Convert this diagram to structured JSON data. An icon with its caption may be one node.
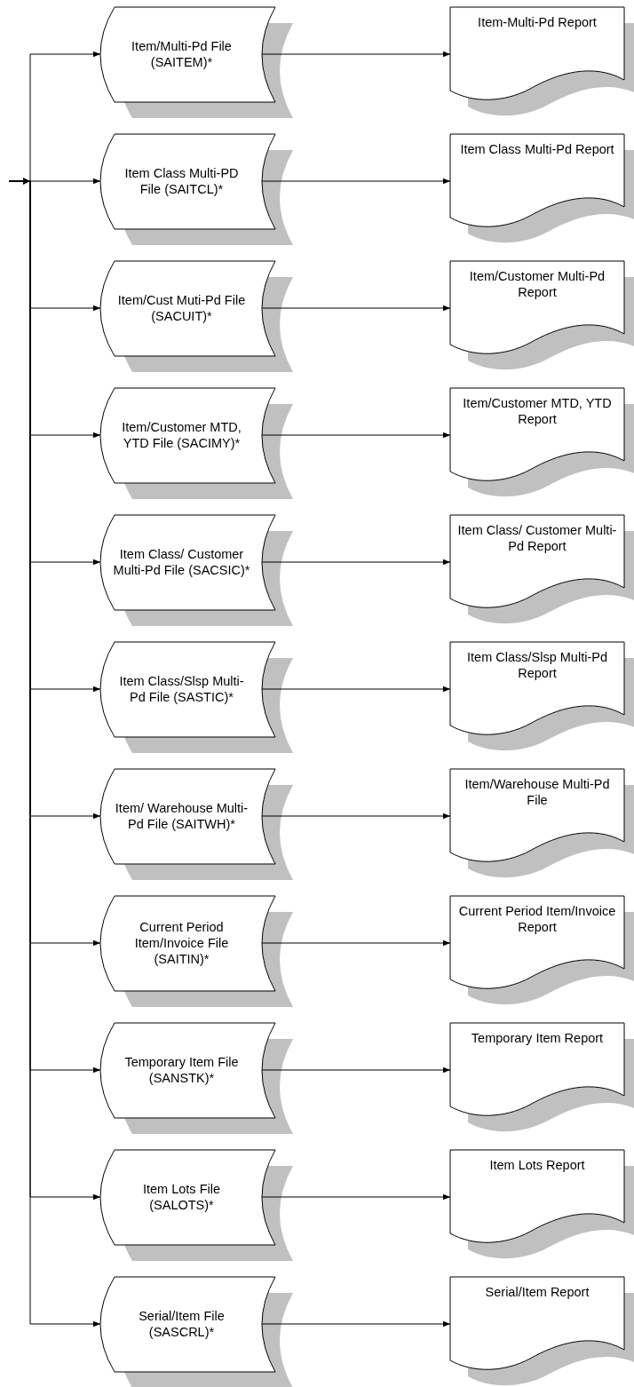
{
  "diagram": {
    "nodes": [
      {
        "text": [
          "Item/Multi-Pd File (SAITEM)*"
        ]
      },
      {
        "text": [
          "Item-Multi-Pd Report"
        ]
      },
      {
        "text": [
          "Item Class Multi-PD File (SAITCL)*"
        ]
      },
      {
        "text": [
          "Item Class Multi-Pd Report"
        ]
      },
      {
        "text": [
          "Item/Cust Muti-Pd File (SACUIT)*"
        ]
      },
      {
        "text": [
          "Item/Customer Multi-Pd Report"
        ]
      },
      {
        "text": [
          "Item/Customer MTD, YTD File (SACIMY)*"
        ]
      },
      {
        "text": [
          "Item/Customer MTD, YTD Report"
        ]
      },
      {
        "text": [
          "Item Class/ Customer Multi-Pd File (SACSIC)*"
        ]
      },
      {
        "text": [
          "Item Class/ Customer Multi-Pd Report"
        ]
      },
      {
        "text": [
          "Item Class/Slsp Multi-Pd File (SASTIC)*"
        ]
      },
      {
        "text": [
          "Item Class/Slsp Multi-Pd Report"
        ]
      },
      {
        "text": [
          "Item/ Warehouse Multi-Pd File (SAITWH)*"
        ]
      },
      {
        "text": [
          "Item/Warehouse Multi-Pd File"
        ]
      },
      {
        "text": [
          "Current Period Item/Invoice File (SAITIN)*"
        ]
      },
      {
        "text": [
          "Current Period Item/Invoice Report"
        ]
      },
      {
        "text": [
          "Temporary Item File (SANSTK)*"
        ]
      },
      {
        "text": [
          "Temporary Item Report"
        ]
      },
      {
        "text": [
          "Item Lots File (SALOTS)*"
        ]
      },
      {
        "text": [
          "Item Lots Report"
        ]
      },
      {
        "text": [
          "Serial/Item File (SASCRL)*"
        ]
      },
      {
        "text": [
          "Serial/Item Report"
        ]
      }
    ],
    "edges": [
      {
        "from": null,
        "to": 0,
        "arrow": "to"
      },
      {
        "from": null,
        "to": 2,
        "arrow": "to"
      },
      {
        "from": null,
        "to": 4,
        "arrow": "to"
      },
      {
        "from": null,
        "to": 6,
        "arrow": "to"
      },
      {
        "from": null,
        "to": 8,
        "arrow": "to"
      },
      {
        "from": null,
        "to": 10,
        "arrow": "to"
      },
      {
        "from": null,
        "to": 12,
        "arrow": "to"
      },
      {
        "from": null,
        "to": 14,
        "arrow": "to"
      },
      {
        "from": null,
        "to": 16,
        "arrow": "to"
      },
      {
        "from": null,
        "to": 18,
        "arrow": "to"
      },
      {
        "from": null,
        "to": 20,
        "arrow": "to"
      },
      {
        "from": 0,
        "to": 1,
        "arrow": "to"
      },
      {
        "from": 2,
        "to": 3,
        "arrow": "to"
      },
      {
        "from": 4,
        "to": 5,
        "arrow": "to"
      },
      {
        "from": 6,
        "to": 7,
        "arrow": "to"
      },
      {
        "from": 8,
        "to": 9,
        "arrow": "to"
      },
      {
        "from": 10,
        "to": 11,
        "arrow": "to"
      },
      {
        "from": 12,
        "to": 13,
        "arrow": "to"
      },
      {
        "from": 14,
        "to": 15,
        "arrow": "to"
      },
      {
        "from": 16,
        "to": 17,
        "arrow": "to"
      },
      {
        "from": 18,
        "to": 19,
        "arrow": "to"
      },
      {
        "from": 20,
        "to": 21,
        "arrow": "to"
      }
    ]
  }
}
